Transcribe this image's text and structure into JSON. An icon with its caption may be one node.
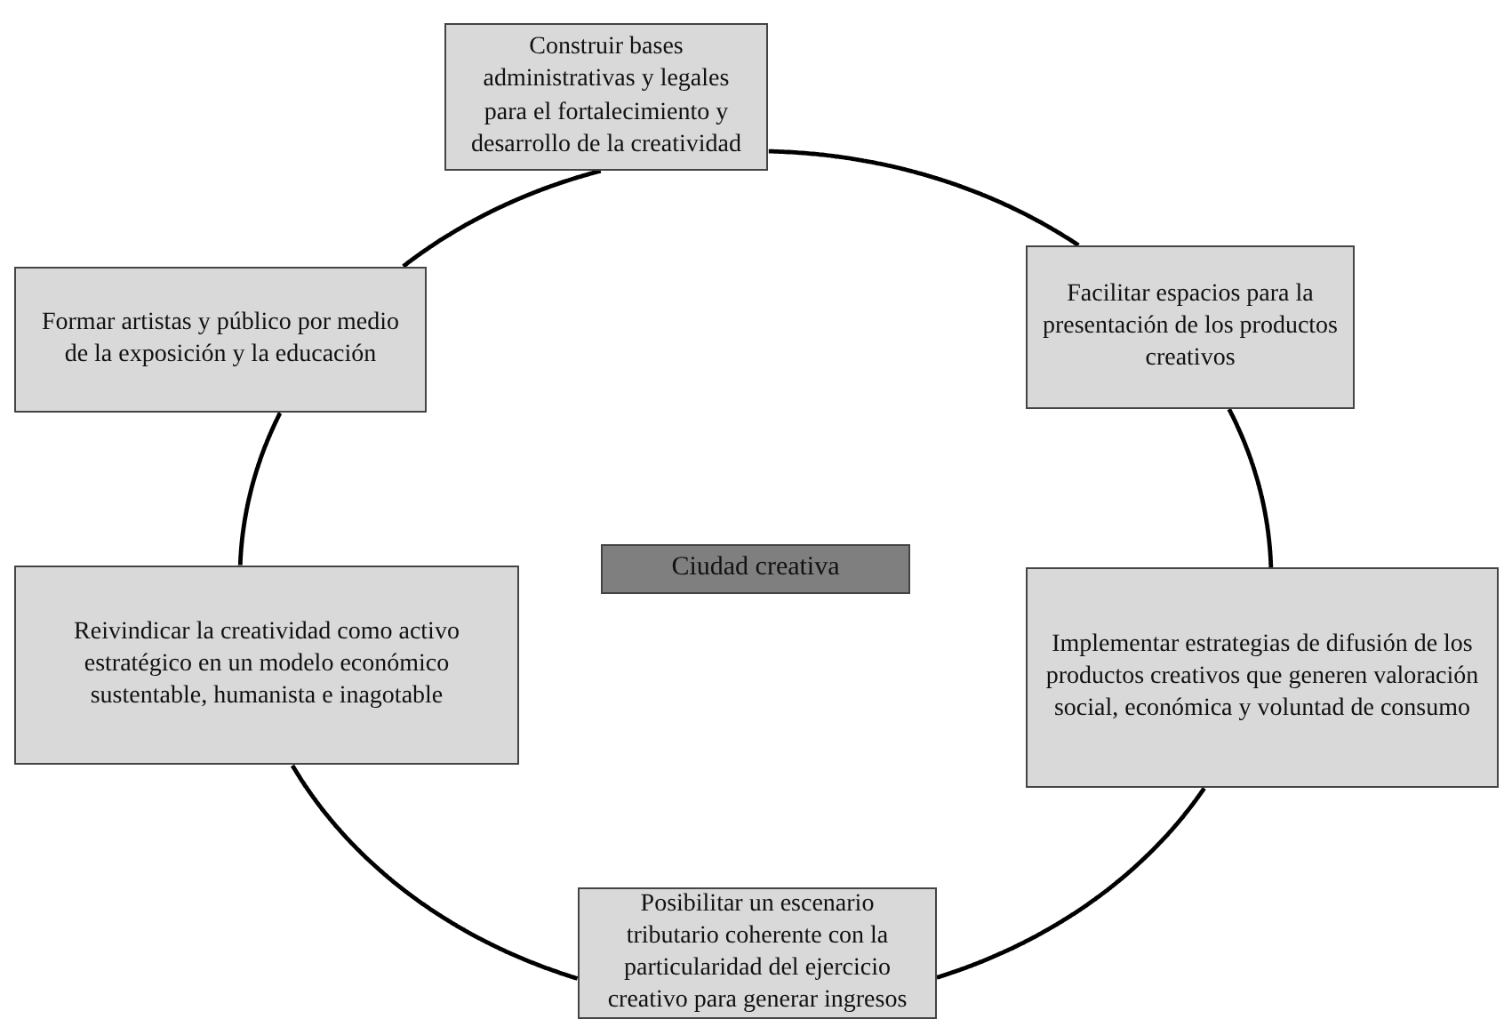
{
  "diagram": {
    "nodes": [
      {
        "text": [
          "Construir bases administrativas y legales para el fortalecimiento y desarrollo de la creatividad"
        ]
      },
      {
        "text": [
          "Formar artistas y público por medio de la exposición y la educación"
        ]
      },
      {
        "text": [
          "Facilitar espacios para la presentación de los productos creativos"
        ]
      },
      {
        "text": [
          "Ciudad creativa"
        ]
      },
      {
        "text": [
          "Reivindicar la creatividad como activo estratégico en un modelo económico sustentable, humanista e inagotable"
        ]
      },
      {
        "text": [
          "Implementar estrategias de difusión de los productos creativos que generen valoración social, económica y voluntad de consumo"
        ]
      },
      {
        "text": [
          "Posibilitar un escenario tributario coherente con la particularidad del ejercicio creativo para generar ingresos"
        ]
      }
    ],
    "edges": [
      {
        "from": 0,
        "to": 2,
        "arrow": "none"
      },
      {
        "from": 2,
        "to": 5,
        "arrow": "none"
      },
      {
        "from": 5,
        "to": 6,
        "arrow": "none"
      },
      {
        "from": 6,
        "to": 4,
        "arrow": "none"
      },
      {
        "from": 4,
        "to": 1,
        "arrow": "none"
      },
      {
        "from": 1,
        "to": 0,
        "arrow": "none"
      }
    ]
  }
}
